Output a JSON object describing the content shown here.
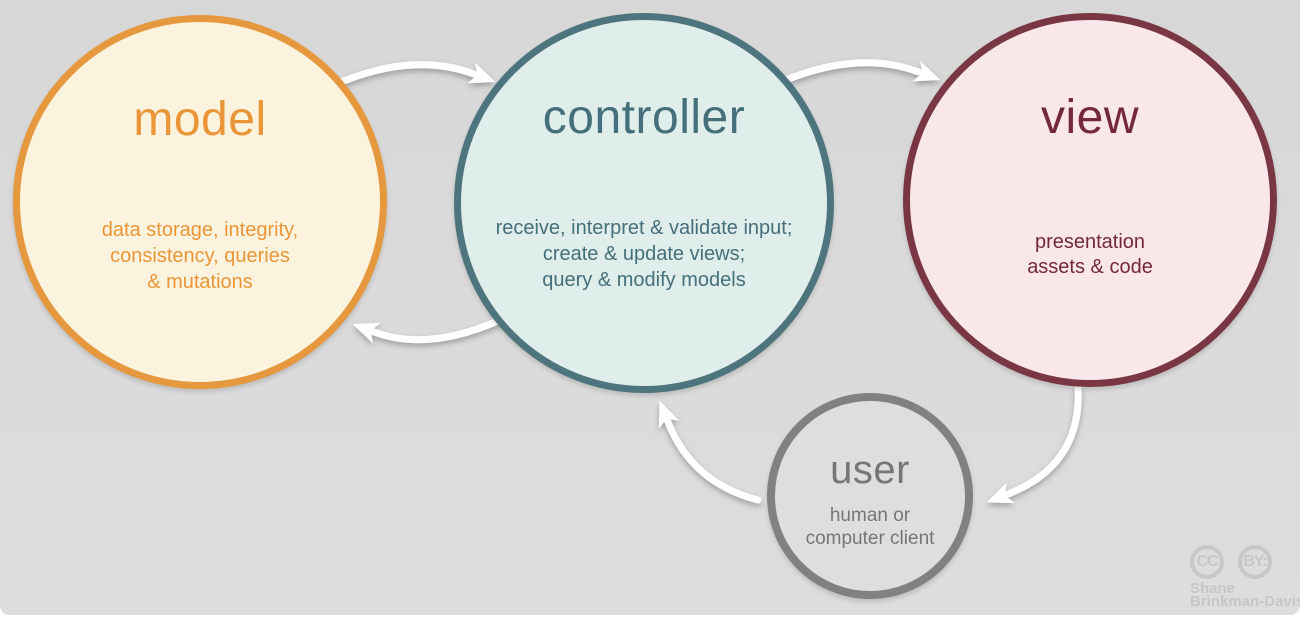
{
  "background": {
    "color_top": "#d7d7d7",
    "color_bottom": "#dddddd",
    "bottom_strip_color": "#ffffff"
  },
  "diagram": {
    "arrow_color": "#ffffff",
    "model": {
      "title": "model",
      "desc_lines": [
        "data storage, integrity,",
        "consistency, queries",
        "& mutations"
      ],
      "border_color": "#e6983e",
      "fill_color": "#fcf3de",
      "text_color": "#ea9638"
    },
    "controller": {
      "title": "controller",
      "desc_lines": [
        "receive, interpret & validate input;",
        "create & update views;",
        "query & modify models"
      ],
      "border_color": "#4e757d",
      "fill_color": "#dfedeb",
      "text_color": "#456f7a"
    },
    "view": {
      "title": "view",
      "desc_lines": [
        "presentation",
        "assets & code"
      ],
      "border_color": "#793744",
      "fill_color": "#fae7ea",
      "text_color": "#73293a"
    },
    "user": {
      "title": "user",
      "desc_lines": [
        "human or",
        "computer client"
      ],
      "border_color": "#818181",
      "fill_color": "#dedede",
      "text_color": "#767676"
    }
  },
  "attribution": {
    "cc_label": "CC",
    "by_label": "BY:",
    "name_line1": "Shane",
    "name_line2": "Brinkman-Davis",
    "color": "#c7c7c7"
  }
}
